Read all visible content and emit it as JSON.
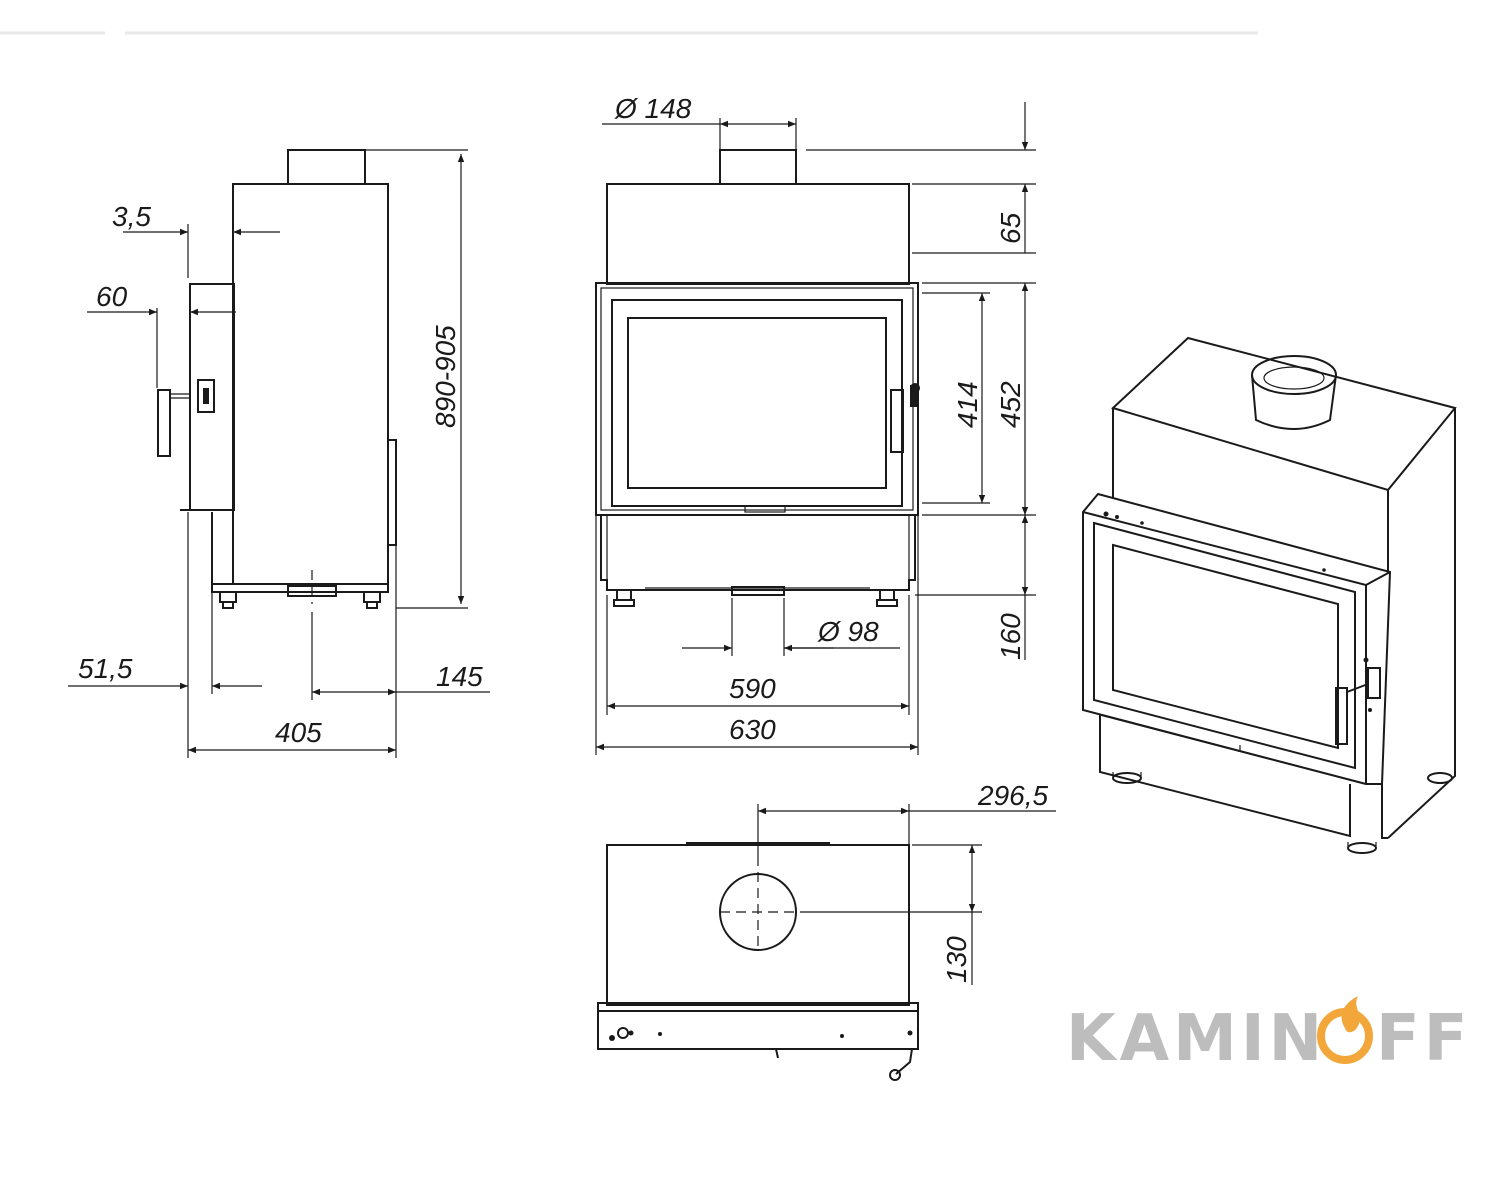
{
  "dimensions": {
    "side": {
      "d_3_5": "3,5",
      "d_60": "60",
      "d_890_905": "890-905",
      "d_51_5": "51,5",
      "d_145": "145",
      "d_405": "405"
    },
    "front": {
      "flue_diameter": "Ø 148",
      "d_65": "65",
      "d_414": "414",
      "d_452": "452",
      "air_diameter": "Ø 98",
      "d_160": "160",
      "d_590": "590",
      "d_630": "630"
    },
    "top": {
      "d_296_5": "296,5",
      "d_130": "130"
    }
  },
  "brand": {
    "part1": "KAMIN",
    "part2": "FF",
    "flame_color": "#f3a73b",
    "text_color": "#bdbdbd"
  }
}
